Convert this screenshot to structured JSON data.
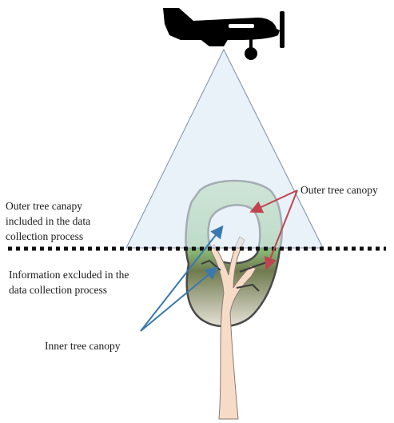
{
  "labels": {
    "outer_included": [
      "Outer tree canapy",
      "included  in the data",
      "collection process"
    ],
    "excluded": [
      "Information  excluded in the",
      "data collection  process"
    ],
    "inner": "Inner tree canopy",
    "outer": "Outer tree canopy"
  },
  "colors": {
    "sensor_cone": "#dbe8f5",
    "cone_outline": "#7d8fa8",
    "plane": "#000000",
    "canopy_top": "#a8d49a",
    "canopy_bottom": "#6f6248",
    "trunk": "#f3dcc8",
    "arrow_inner": "#3a78ad",
    "arrow_outer": "#c0444f",
    "divider_line": "#111111"
  },
  "icons": [
    "airplane-icon",
    "tree-icon"
  ]
}
